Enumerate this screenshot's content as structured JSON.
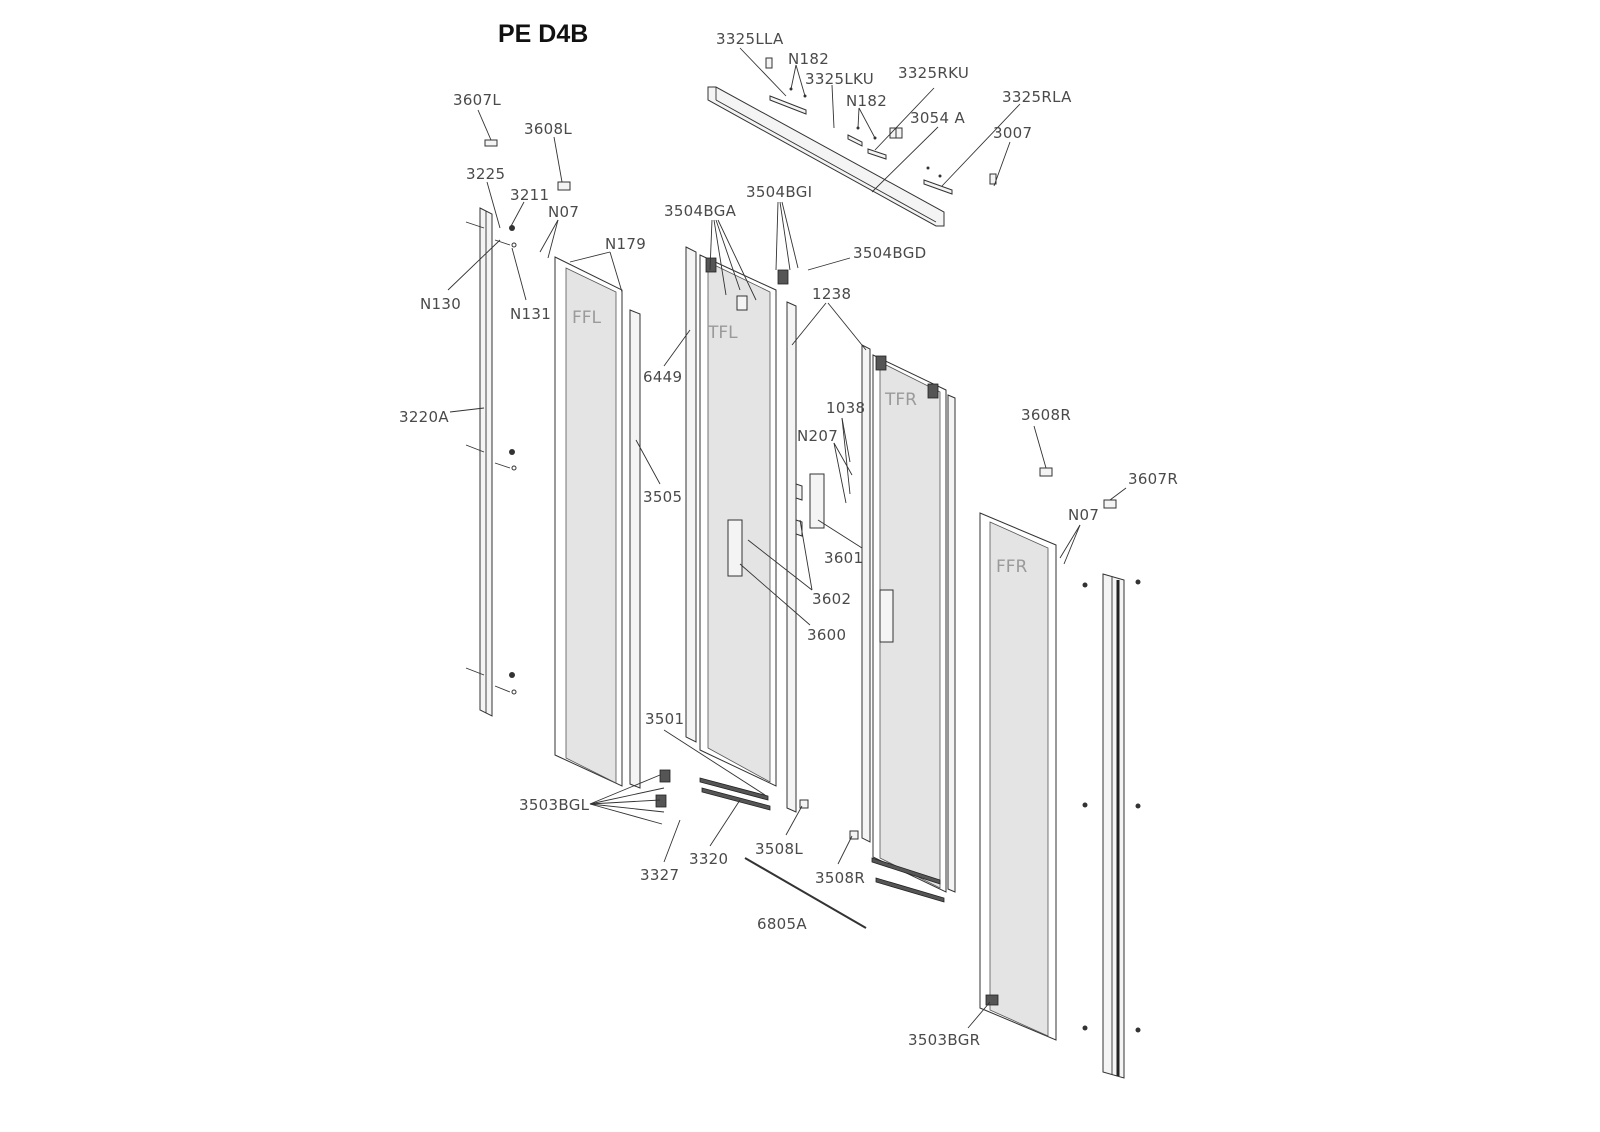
{
  "title": "PE D4B",
  "panel_labels": {
    "ffl": "FFL",
    "tfl": "TFL",
    "tfr": "TFR",
    "ffr": "FFR"
  },
  "part_labels": {
    "p3325LLA": "3325LLA",
    "pN182a": "N182",
    "p3325LKU": "3325LKU",
    "pN182b": "N182",
    "p3325RKU": "3325RKU",
    "p3054A": "3054 A",
    "p3325RLA": "3325RLA",
    "p3007": "3007",
    "p3607L": "3607L",
    "p3608L": "3608L",
    "p3225": "3225",
    "p3211": "3211",
    "pN07a": "N07",
    "pN179": "N179",
    "pN130": "N130",
    "pN131": "N131",
    "p3504BGA": "3504BGA",
    "p3504BGI": "3504BGI",
    "p3504BGD": "3504BGD",
    "p1238": "1238",
    "p6449": "6449",
    "p3220A": "3220A",
    "p3505": "3505",
    "p1038": "1038",
    "pN207": "N207",
    "p3601": "3601",
    "p3602": "3602",
    "p3600": "3600",
    "p3608R": "3608R",
    "p3607R": "3607R",
    "pN07b": "N07",
    "p3501": "3501",
    "p3503BGL": "3503BGL",
    "p3327": "3327",
    "p3320": "3320",
    "p3508L": "3508L",
    "p3508R": "3508R",
    "p6805A": "6805A",
    "p3503BGR": "3503BGR"
  }
}
